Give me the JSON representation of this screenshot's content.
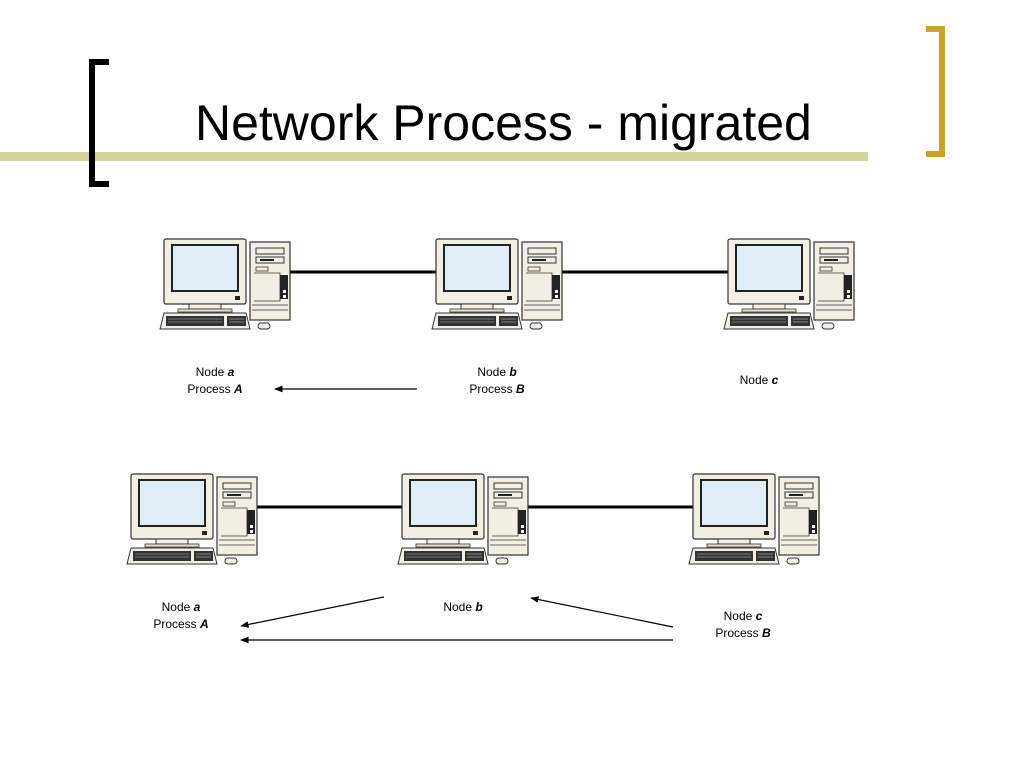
{
  "title": "Network Process - migrated",
  "colors": {
    "accent_bar": "#d2d29a",
    "bracket_left": "#000000",
    "bracket_right": "#c9a227",
    "screen": "#e0eef7",
    "computer_body": "#f2f0e4",
    "link_line": "#000000"
  },
  "diagram_top": {
    "nodes": [
      {
        "node_word": "Node",
        "node_id": "a",
        "process_word": "Process",
        "process_id": "A",
        "icon": "desktop-computer-icon"
      },
      {
        "node_word": "Node",
        "node_id": "b",
        "process_word": "Process",
        "process_id": "B",
        "icon": "desktop-computer-icon"
      },
      {
        "node_word": "Node",
        "node_id": "c",
        "process_word": "",
        "process_id": "",
        "icon": "desktop-computer-icon"
      }
    ],
    "arrows": [
      {
        "from": "b",
        "to": "a"
      }
    ]
  },
  "diagram_bottom": {
    "nodes": [
      {
        "node_word": "Node",
        "node_id": "a",
        "process_word": "Process",
        "process_id": "A",
        "icon": "desktop-computer-icon"
      },
      {
        "node_word": "Node",
        "node_id": "b",
        "process_word": "",
        "process_id": "",
        "icon": "desktop-computer-icon"
      },
      {
        "node_word": "Node",
        "node_id": "c",
        "process_word": "Process",
        "process_id": "B",
        "icon": "desktop-computer-icon"
      }
    ],
    "arrows": [
      {
        "from": "b",
        "to": "a"
      },
      {
        "from": "c",
        "to": "b"
      },
      {
        "from": "c",
        "to": "a"
      }
    ]
  }
}
